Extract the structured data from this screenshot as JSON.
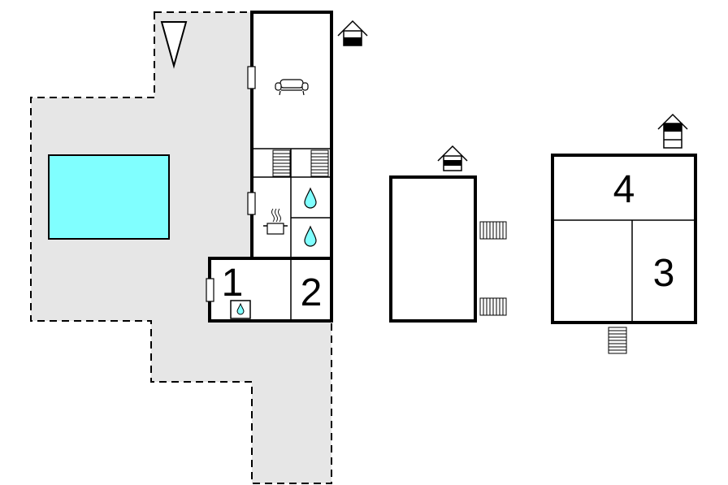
{
  "floorplan": {
    "room_labels": {
      "room_1": "1",
      "room_2": "2",
      "room_3": "3",
      "room_4": "4"
    },
    "colors": {
      "terrace": "#e6e6e6",
      "pool": "#80ffff",
      "walls": "#000000",
      "background": "#ffffff"
    },
    "icons": [
      "north-arrow-icon",
      "sofa-icon",
      "stairs-icon",
      "water-drop-icon",
      "cooking-pot-icon",
      "door-icon",
      "floor-level-house-icon"
    ]
  }
}
